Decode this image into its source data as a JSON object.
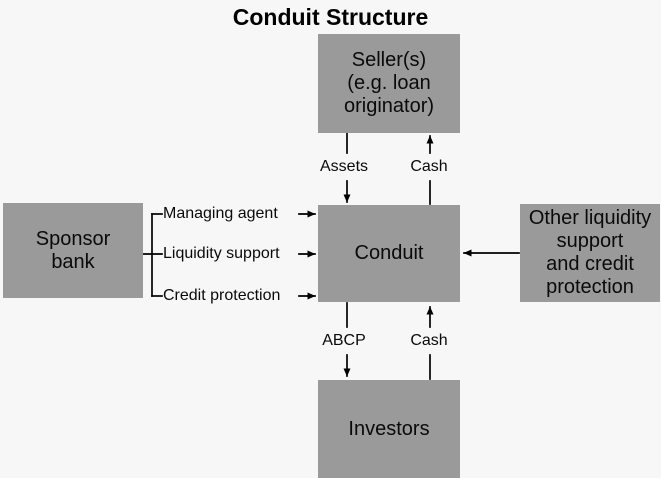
{
  "title": "Conduit Structure",
  "colors": {
    "background": "#f7f7f7",
    "box_fill": "#9a9a9a",
    "line": "#000000",
    "text": "#0a0a0a"
  },
  "boxes": {
    "seller": {
      "label": "Seller(s)\n(e.g. loan\noriginator)"
    },
    "sponsor_bank": {
      "label": "Sponsor\nbank"
    },
    "conduit": {
      "label": "Conduit"
    },
    "other_support": {
      "label": "Other liquidity\nsupport\nand credit\nprotection"
    },
    "investors": {
      "label": "Investors"
    }
  },
  "flow_labels": {
    "assets": "Assets",
    "cash_from_conduit_to_seller": "Cash",
    "abcp": "ABCP",
    "cash_from_investors_to_conduit": "Cash",
    "managing_agent": "Managing agent",
    "liquidity_support": "Liquidity support",
    "credit_protection": "Credit protection"
  }
}
